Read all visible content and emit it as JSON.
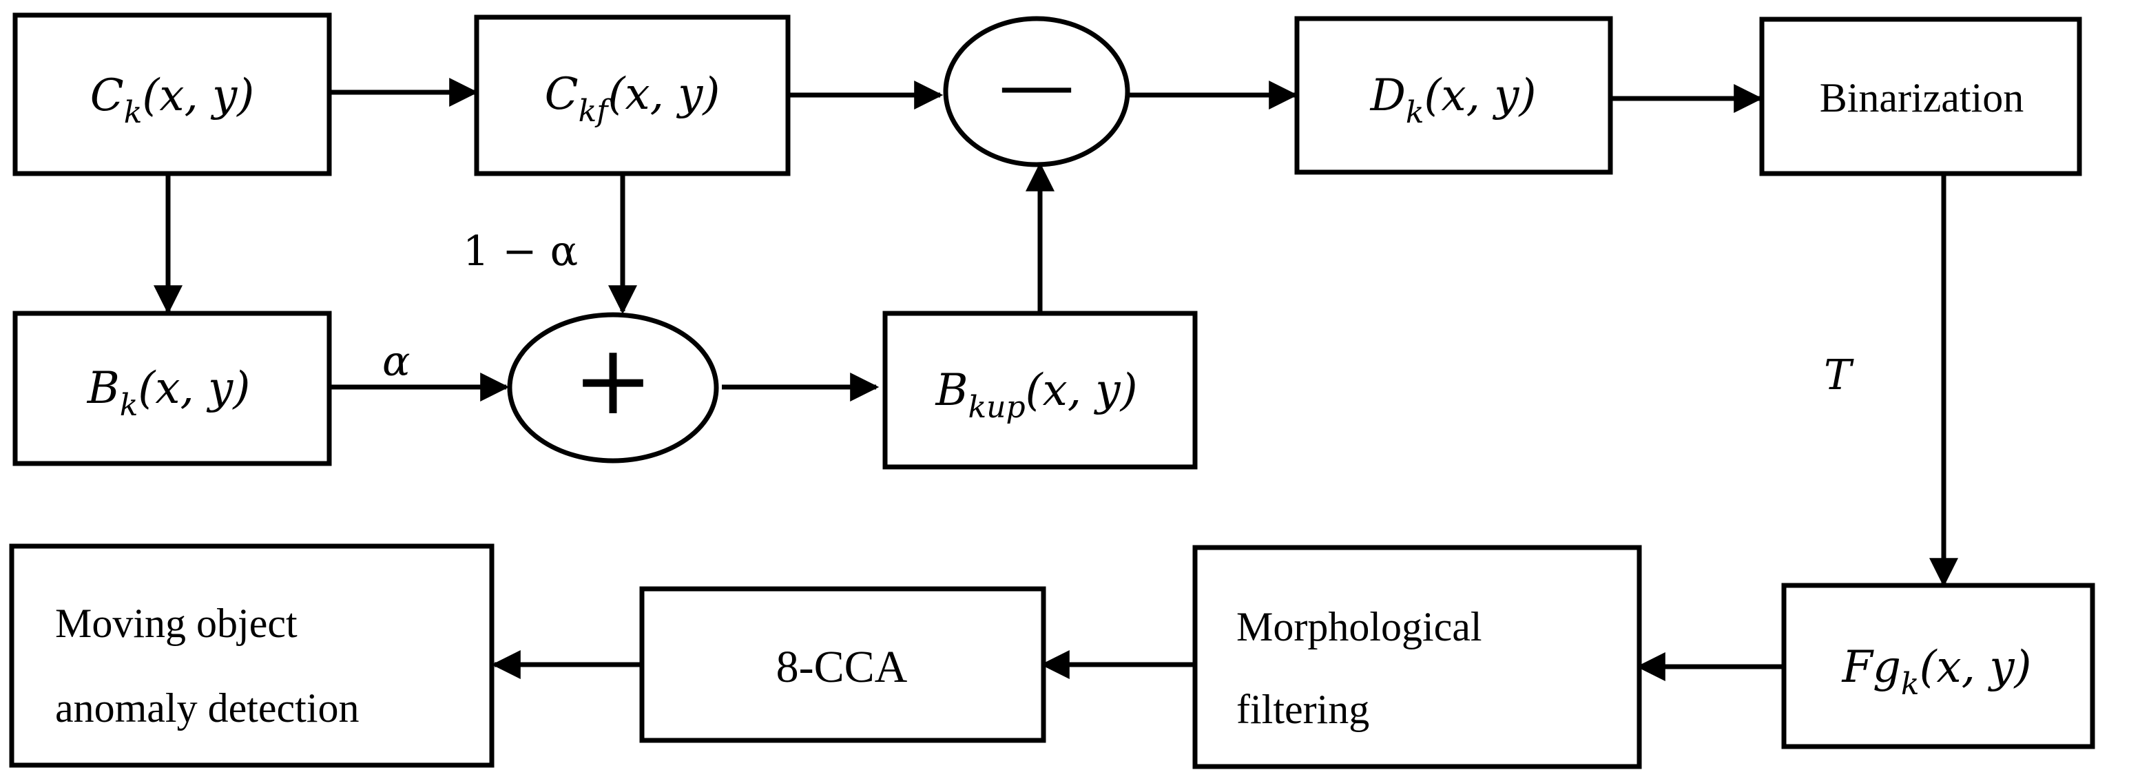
{
  "nodes": {
    "ck": {
      "base": "C",
      "sub": "k",
      "args": "(x, y)"
    },
    "ckf": {
      "base": "C",
      "sub": "kf",
      "args": "(x, y)"
    },
    "subtract": {
      "symbol": "—"
    },
    "dk": {
      "base": "D",
      "sub": "k",
      "args": "(x, y)"
    },
    "binarization": {
      "label": "Binarization"
    },
    "bk": {
      "base": "B",
      "sub": "k",
      "args": "(x, y)"
    },
    "add": {
      "symbol": "+"
    },
    "bkup": {
      "base": "B",
      "sub": "kup",
      "args": "(x, y)"
    },
    "fgk": {
      "base": "Fg",
      "sub": "k",
      "args": "(x, y)"
    },
    "morph": {
      "line1": "Morphological",
      "line2": "filtering"
    },
    "cca": {
      "label": "8-CCA"
    },
    "anomaly": {
      "line1": "Moving object",
      "line2": "anomaly detection"
    }
  },
  "edge_labels": {
    "one_minus_alpha": "1 − α",
    "alpha": "α",
    "threshold": "T"
  }
}
